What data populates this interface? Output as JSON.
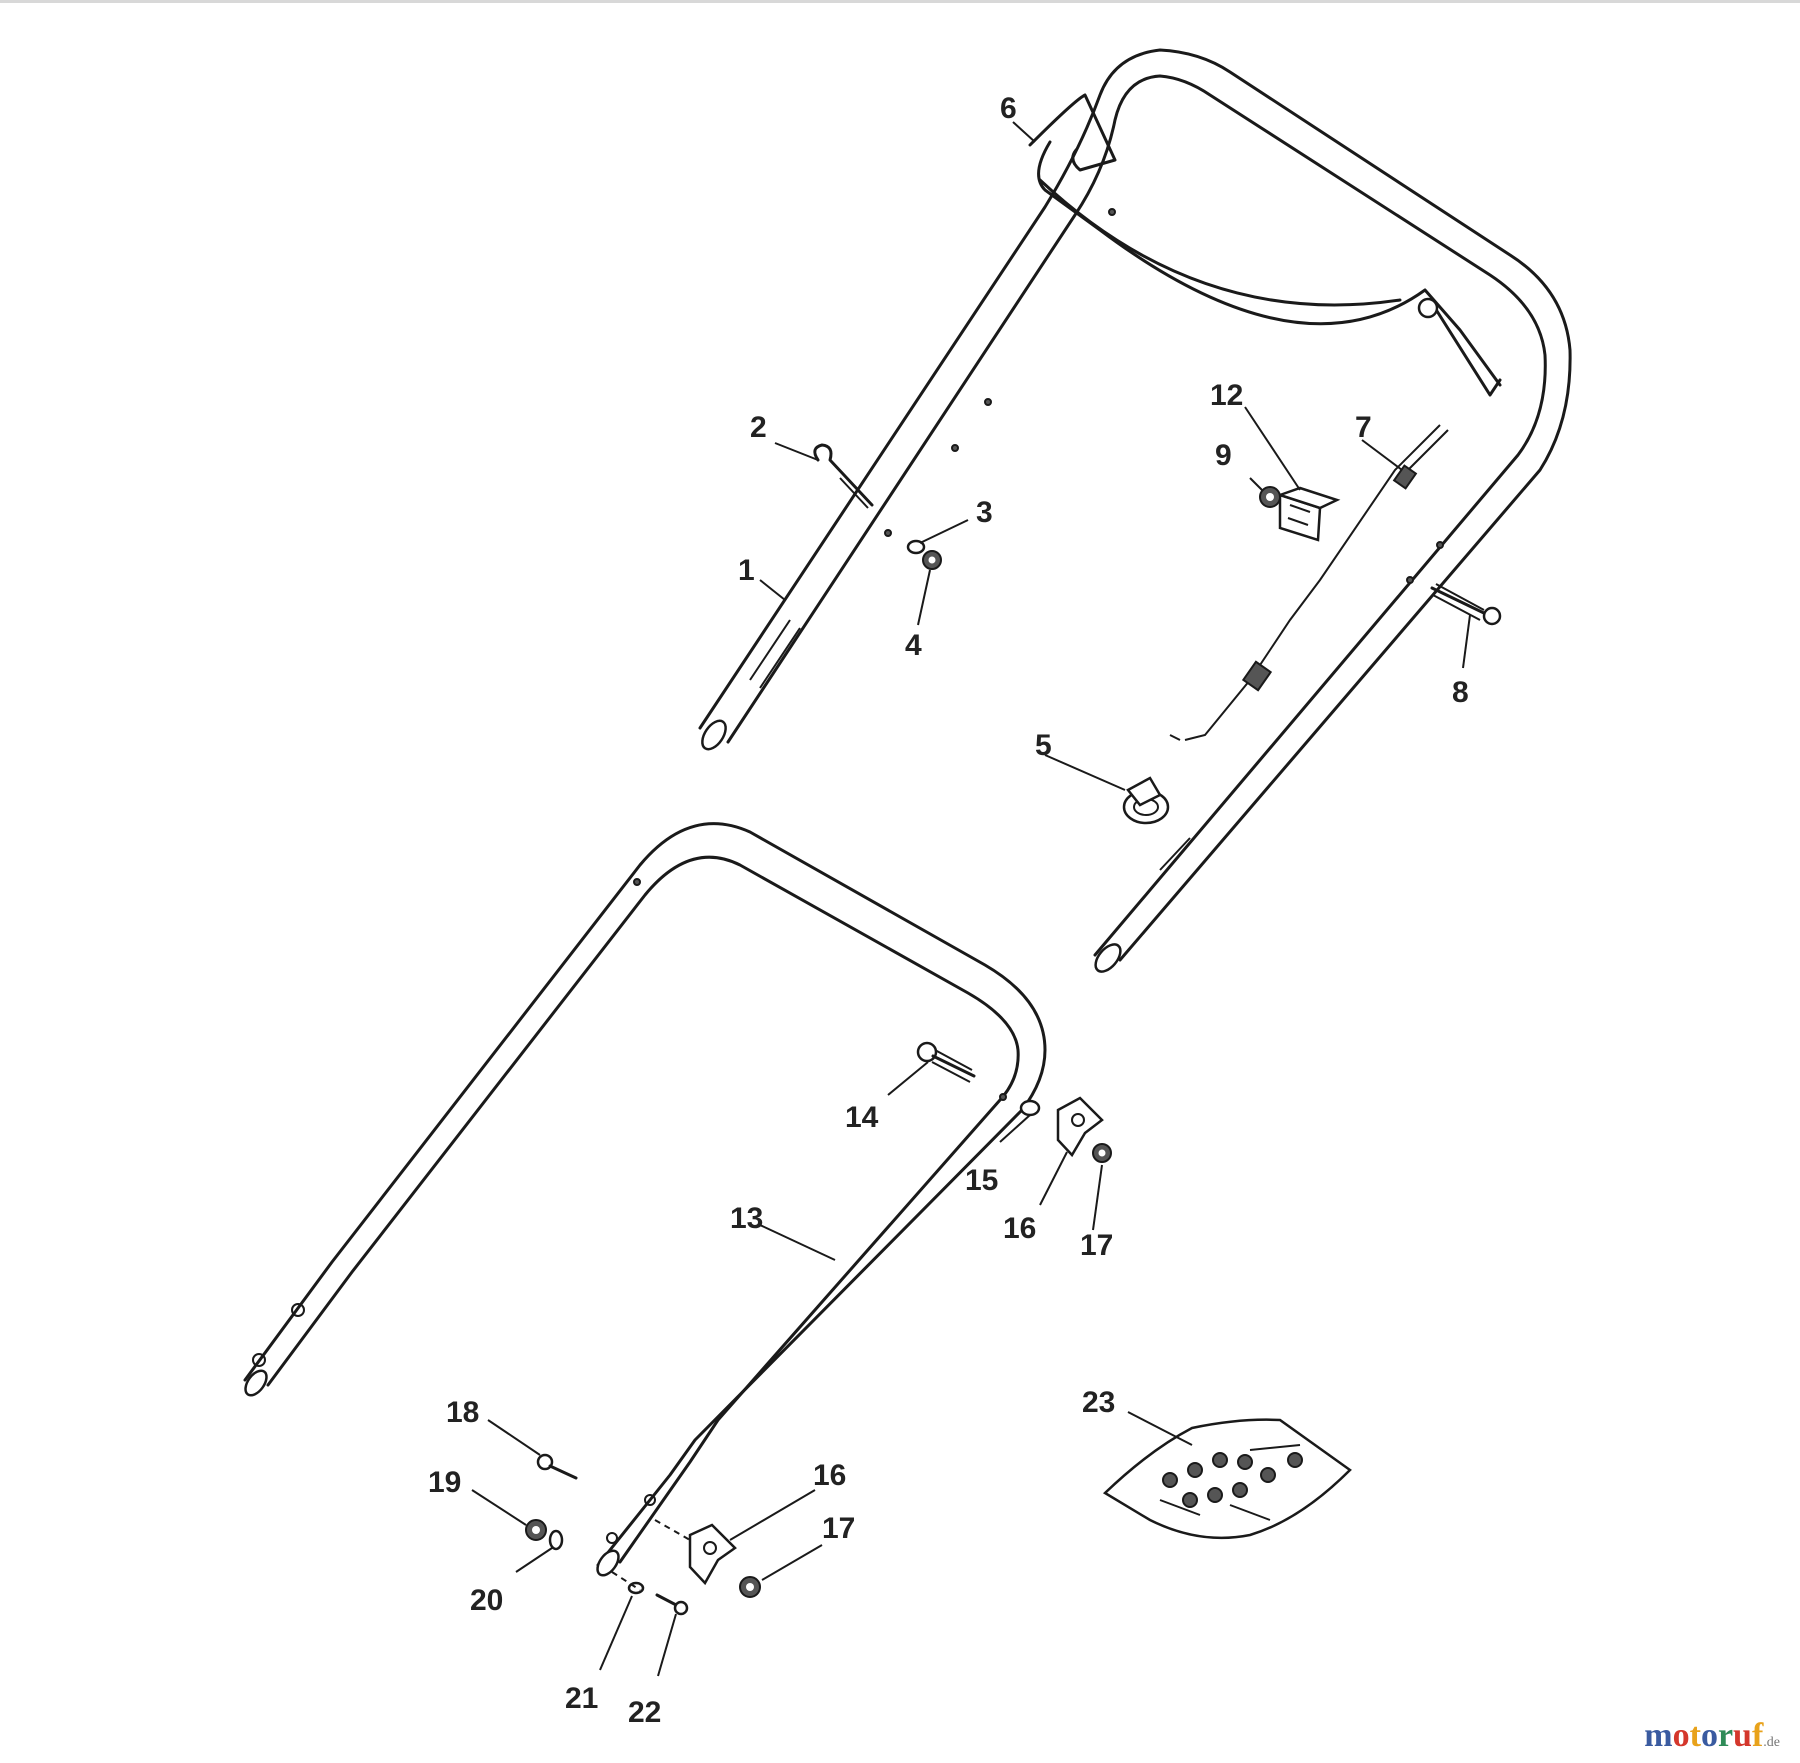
{
  "parts": [
    {
      "number": "1"
    },
    {
      "number": "2"
    },
    {
      "number": "3"
    },
    {
      "number": "4"
    },
    {
      "number": "5"
    },
    {
      "number": "6"
    },
    {
      "number": "7"
    },
    {
      "number": "8"
    },
    {
      "number": "9"
    },
    {
      "number": "12"
    },
    {
      "number": "13"
    },
    {
      "number": "14"
    },
    {
      "number": "15"
    },
    {
      "number": "16"
    },
    {
      "number": "17"
    },
    {
      "number": "16"
    },
    {
      "number": "17"
    },
    {
      "number": "18"
    },
    {
      "number": "19"
    },
    {
      "number": "20"
    },
    {
      "number": "21"
    },
    {
      "number": "22"
    },
    {
      "number": "23"
    }
  ],
  "watermark": {
    "letters": [
      "m",
      "o",
      "t",
      "o",
      "r",
      "u",
      "f"
    ],
    "letter_colors": [
      "#3a5ba0",
      "#d4372c",
      "#e8a21b",
      "#3a5ba0",
      "#2e8b57",
      "#d4372c",
      "#e8a21b"
    ],
    "tld": ".de"
  }
}
